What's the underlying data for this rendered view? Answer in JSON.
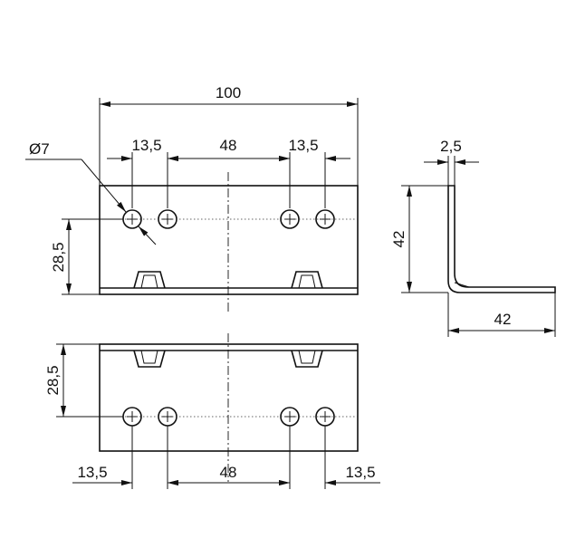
{
  "drawing": {
    "dims": {
      "overall_width": "100",
      "hole_dia": "Ø7",
      "top_left_edge": "13,5",
      "top_center": "48",
      "top_right_edge": "13,5",
      "top_height": "28,5",
      "thickness": "2,5",
      "side_height": "42",
      "side_width": "42",
      "bottom_height": "28,5",
      "bottom_left_edge": "13,5",
      "bottom_center": "48",
      "bottom_right_edge": "13,5"
    }
  }
}
